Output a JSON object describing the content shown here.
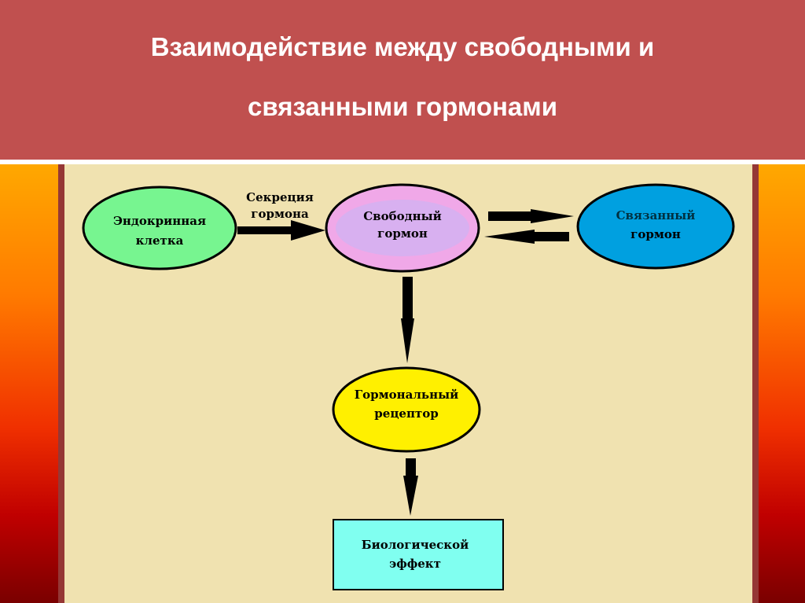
{
  "title_lines": [
    "Взаимодействие между свободными и",
    "связанными гормонами"
  ],
  "nodes": {
    "endocrine_cell": [
      "Эндокринная",
      "клетка"
    ],
    "free_hormone": [
      "Свободный",
      "гормон"
    ],
    "bound_hormone": [
      "Связанный",
      "гормон"
    ],
    "receptor": [
      "Гормональный",
      "рецептор"
    ],
    "effect": [
      "Биологической",
      "эффект"
    ]
  },
  "edge_label": [
    "Секреция",
    "гормона"
  ],
  "colors": {
    "header": "#c0504f",
    "panel": "#f0e2b0",
    "green": "#77f590",
    "pink": "#f0a8e8",
    "lavender": "#d8b0f0",
    "blue": "#00a0e0",
    "yellow": "#fff000",
    "cyan": "#80fff0"
  }
}
